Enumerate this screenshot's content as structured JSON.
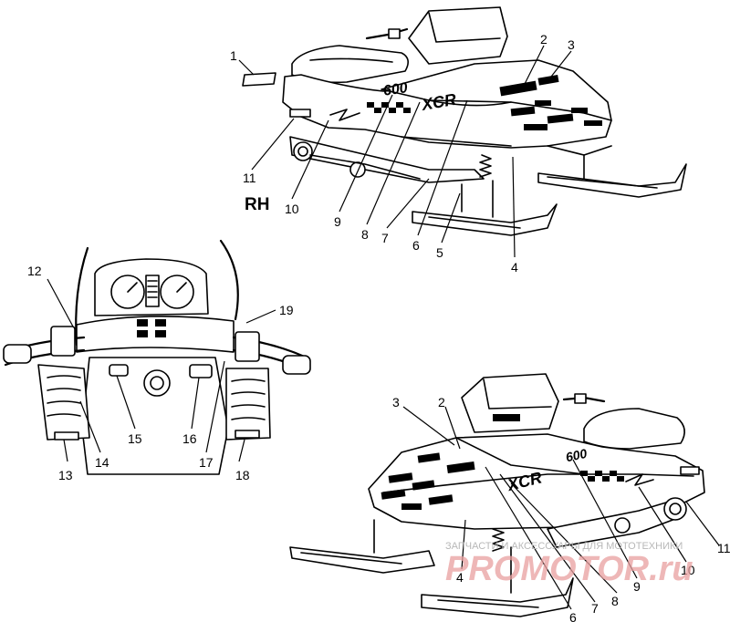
{
  "views": {
    "top_right": {
      "side_label": "RH",
      "decal_model": "XCR",
      "decal_size": "600",
      "callouts": [
        "1",
        "2",
        "3",
        "4",
        "5",
        "6",
        "7",
        "8",
        "9",
        "10",
        "11"
      ]
    },
    "dashboard": {
      "callouts": [
        "12",
        "13",
        "14",
        "15",
        "16",
        "17",
        "18",
        "19"
      ]
    },
    "bottom_left": {
      "decal_model": "XCR",
      "decal_size": "600",
      "callouts": [
        "2",
        "3",
        "4",
        "6",
        "7",
        "8",
        "9",
        "10",
        "11"
      ]
    }
  },
  "watermark": {
    "line1": "ЗАПЧАСТИ И АКСЕССУАРЫ ДЛЯ МОТОТЕХНИКИ",
    "line2": "PROMOTOR.ru"
  }
}
